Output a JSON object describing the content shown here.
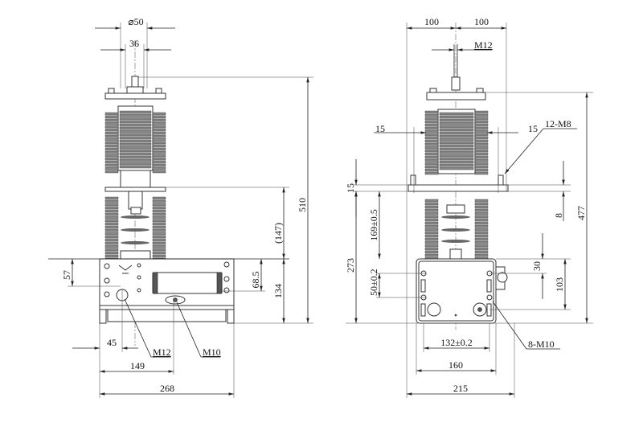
{
  "front_view": {
    "dims": {
      "diameter": "⌀50",
      "stem": "36",
      "total_height": "510",
      "mid_height": "(147)",
      "base_height": "134",
      "window_offset": "68.5",
      "hole_offset": "57",
      "hole_x": "45",
      "center_x": "149",
      "width": "268"
    },
    "callouts": {
      "left": "M12",
      "right": "M10"
    }
  },
  "side_view": {
    "dims": {
      "left_half": "100",
      "right_half": "100",
      "stud": "M12",
      "left_15": "15",
      "right_15": "15",
      "plate": "15",
      "plate_to_base": "169±0.5",
      "plate_height": "273",
      "gap": "8",
      "total_height": "477",
      "hole_top": "30",
      "hole_span": "103",
      "hole_pitch": "50±0.2",
      "hole_spacing": "132±0.2",
      "base_width": "160",
      "width": "215"
    },
    "callouts": {
      "mount_holes": "12-M8",
      "base_holes": "8-M10"
    }
  }
}
